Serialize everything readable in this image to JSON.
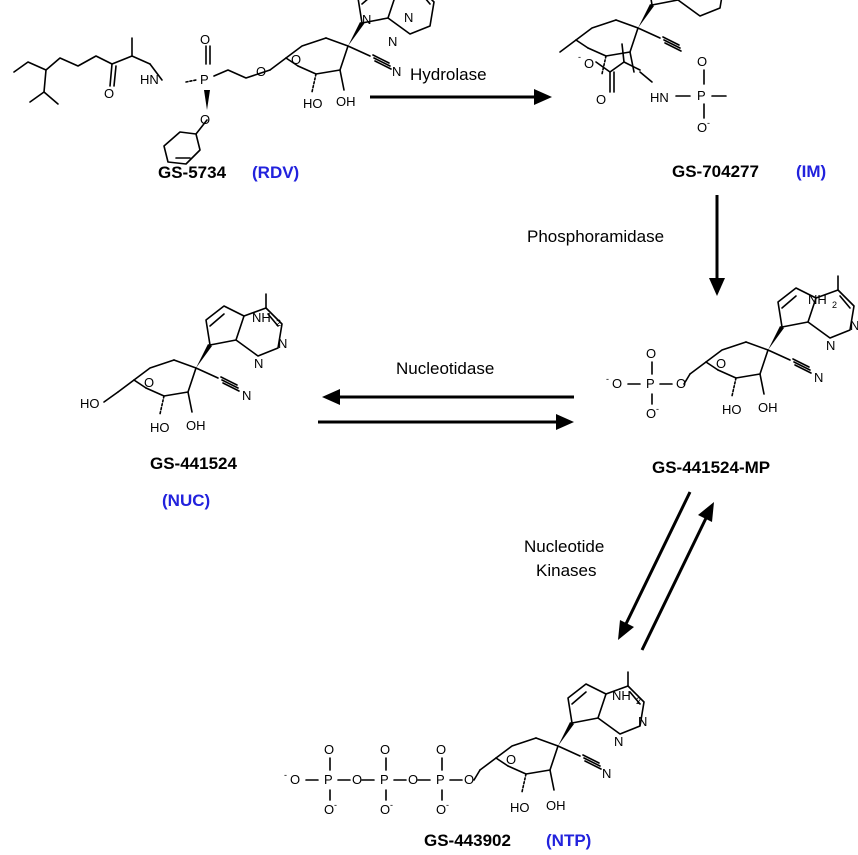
{
  "colors": {
    "abbreviation": "#2222dd",
    "ink": "#000000"
  },
  "compounds": {
    "rdv": {
      "code": "GS-5734",
      "abbr": "(RDV)"
    },
    "im": {
      "code": "GS-704277",
      "abbr": "(IM)"
    },
    "nuc": {
      "code": "GS-441524",
      "abbr": "(NUC)"
    },
    "mp": {
      "code": "GS-441524-MP"
    },
    "ntp": {
      "code": "GS-443902",
      "abbr": "(NTP)"
    }
  },
  "enzymes": {
    "hydrolase": "Hydrolase",
    "phosphoramidase": "Phosphoramidase",
    "nucleotidase": "Nucleotidase",
    "kinases_line1": "Nucleotide",
    "kinases_line2": "Kinases"
  },
  "atoms": {
    "nh2": "NH",
    "nh2_sub": "2",
    "n": "N",
    "o": "O",
    "p": "P",
    "hn": "HN",
    "h": "H",
    "ho": "HO",
    "oh": "OH",
    "neg": "-"
  }
}
